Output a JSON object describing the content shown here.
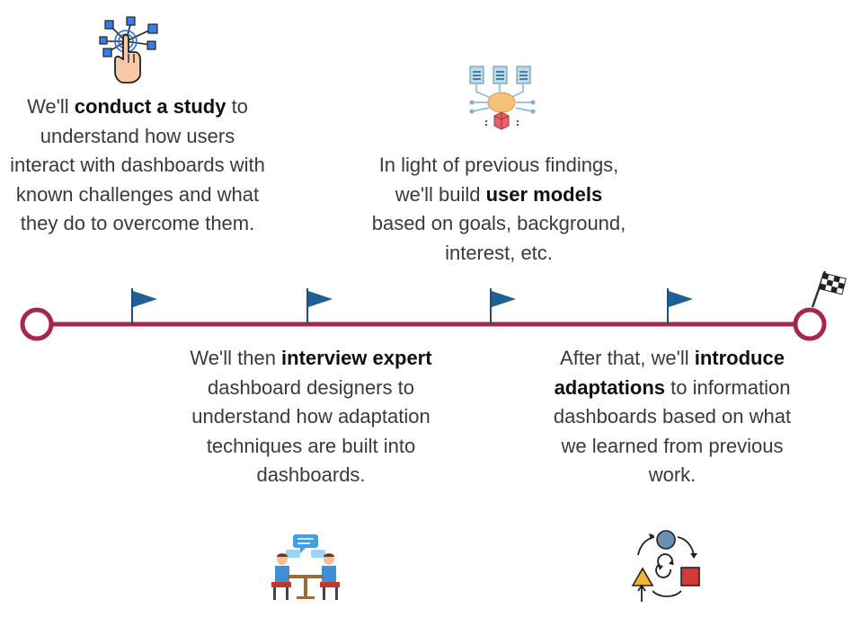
{
  "steps": [
    {
      "pre": "We'll ",
      "bold": "conduct a study",
      "post": " to understand how users interact with dashboards with known challenges and what they do to overcome them."
    },
    {
      "pre": "We'll then ",
      "bold": "interview expert",
      "post": " dashboard designers to understand how adaptation techniques are built into dashboards."
    },
    {
      "pre": "In light of previous findings, we'll build ",
      "bold": "user models",
      "post": " based on goals, background, interest, etc."
    },
    {
      "pre": "After that, we'll ",
      "bold": "introduce adaptations",
      "post": " to information dashboards based on what we learned from previous work."
    }
  ],
  "icons": {
    "study": "touch-network-icon",
    "interview": "interview-meeting-icon",
    "models": "user-model-icon",
    "adaptations": "adaptation-cycle-icon",
    "finish": "checkered-flag-icon",
    "milestone": "milestone-flag-icon"
  },
  "colors": {
    "timeline": "#a8264a",
    "flag": "#1f4f7a",
    "text": "#3a3a3a"
  }
}
